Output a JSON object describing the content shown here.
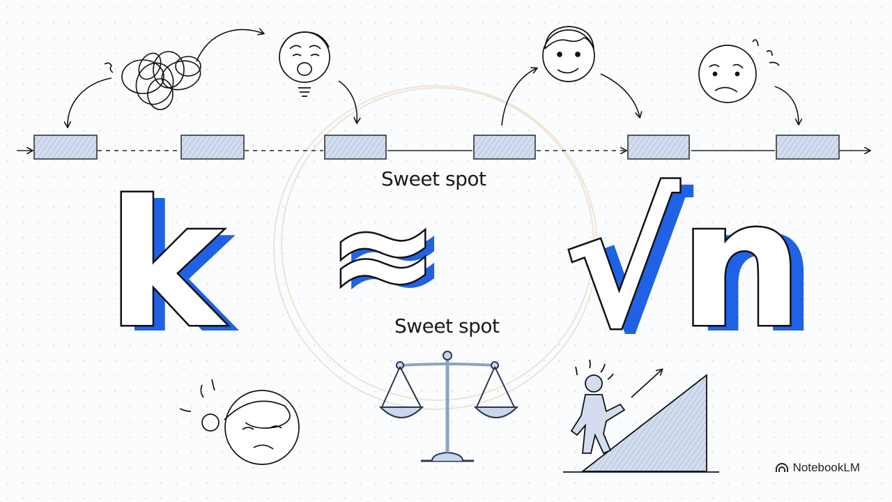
{
  "labels": {
    "sweet_spot_top": "Sweet spot",
    "sweet_spot_mid": "Sweet spot"
  },
  "equation": {
    "left": "k",
    "relation": "≈",
    "right": "√n"
  },
  "brand": {
    "name": "NotebookLM"
  },
  "colors": {
    "accent_blue": "#1f62e6",
    "block_fill": "#c9d5ea",
    "ink": "#111111",
    "halo": "#e9dcc6"
  }
}
